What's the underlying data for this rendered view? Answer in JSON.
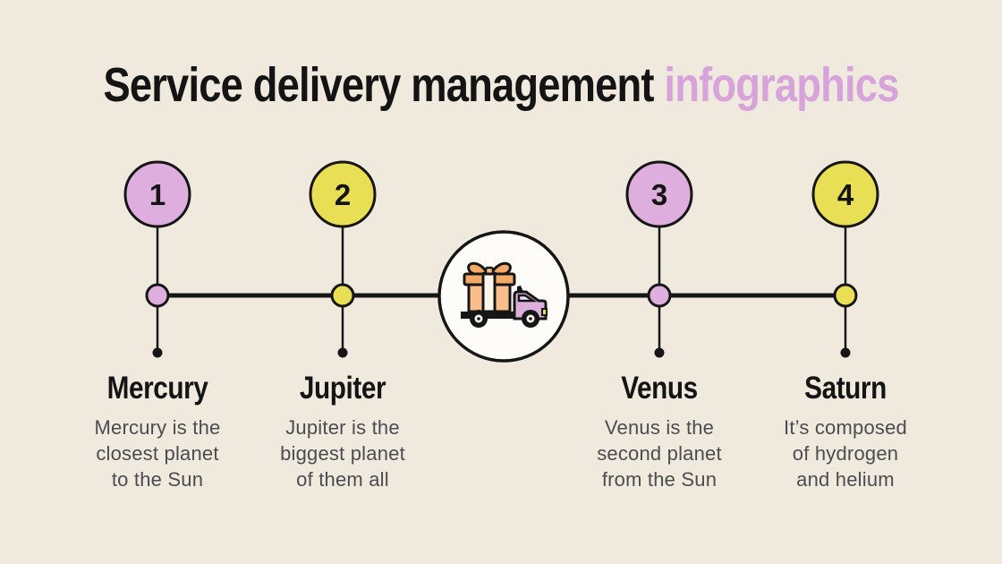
{
  "title": {
    "main": "Service delivery management",
    "accent": "infographics",
    "accent_color": "#d6a3da"
  },
  "colors": {
    "background": "#f0eade",
    "purple": "#ddaede",
    "yellow": "#e8df55",
    "outline": "#161616",
    "center_circle_fill": "#fdfcf8",
    "heading_text": "#141414",
    "body_text": "#4b4c50",
    "gift_peach": "#f9be8b",
    "gift_peach_dark": "#f4a968",
    "truck_cab_lilac": "#dcaedc"
  },
  "center_icon": {
    "icon": "delivery-truck-gift-icon"
  },
  "items": [
    {
      "number": "1",
      "name": "Mercury",
      "description": "Mercury is the\nclosest planet\nto the Sun",
      "color": "purple"
    },
    {
      "number": "2",
      "name": "Jupiter",
      "description": "Jupiter is the\nbiggest planet\nof them all",
      "color": "yellow"
    },
    {
      "number": "3",
      "name": "Venus",
      "description": "Venus is the\nsecond planet\nfrom the Sun",
      "color": "purple"
    },
    {
      "number": "4",
      "name": "Saturn",
      "description": "It’s composed\nof hydrogen\nand helium",
      "color": "yellow"
    }
  ]
}
